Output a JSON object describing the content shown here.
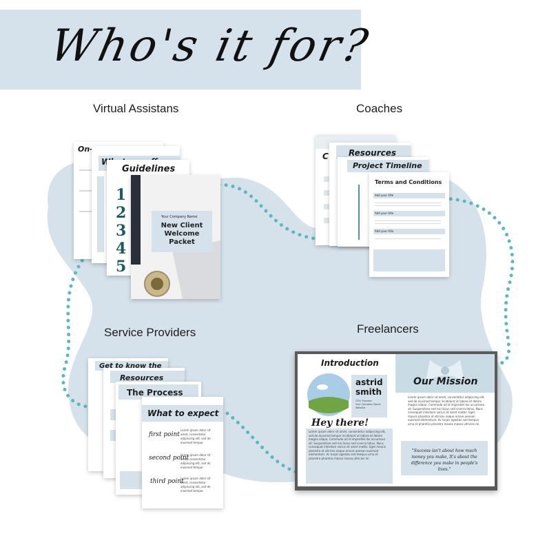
{
  "banner": {
    "title": "Who's it for?"
  },
  "categories": {
    "va": "Virtual Assistans",
    "coaches": "Coaches",
    "service": "Service Providers",
    "freelancers": "Freelancers"
  },
  "va_docs": {
    "onboarding": "On-boarding",
    "what_we_offer": "What we offer",
    "guidelines": "Guidelines",
    "company_name": "Your Company Name",
    "packet_title": "New Client Welcome Packet",
    "numbers": [
      "1",
      "2",
      "3",
      "4",
      "5"
    ]
  },
  "coach_docs": {
    "c": "C",
    "resources": "Resources",
    "project_timeline": "Project Timeline",
    "terms": "Terms and Conditions",
    "add_title": "Add your title"
  },
  "service_docs": {
    "get_to_know": "Get to know the",
    "resources": "Resources",
    "process": "The Process",
    "what_to_expect": "What to expect",
    "first": "first point",
    "second": "second point",
    "third": "third point",
    "lorem_short": "Lorem ipsum dolor sit amet, consectetur adipiscing elit, sed do eiusmod tempor."
  },
  "freelancer_docs": {
    "introduction": "Introduction",
    "first_name": "astrid",
    "last_name": "smith",
    "role_lines": "CEO/ Founder\nYour Company Name\nWebsite",
    "hey": "Hey there!",
    "mission": "Our Mission",
    "quote": "\"Success isn't about how much money you make, It's about the difference you make in people's lives.\"",
    "lorem": "Lorem ipsum dolor sit amet, consectetur adipiscing elit, sed do eiusmod tempor incididunt ut labore et dolore magna aliqua. Commodo ad id imperdiet dui accumsan sit. Suspendisse sed nisi lacus sed viverra tellus. Nunc consequat interdum varius sit amet mattis. Eget mauris pharetra et ultrices neque ornare aenean euismod elementum. Ac turpis egestas sed tempus urna et pharetra pharetra massa massa ultricies mi."
  },
  "colors": {
    "banner": "#d6e2eb",
    "blob": "#d6e2eb",
    "dots": "#5bb8be",
    "accent": "#1a5c5c"
  }
}
